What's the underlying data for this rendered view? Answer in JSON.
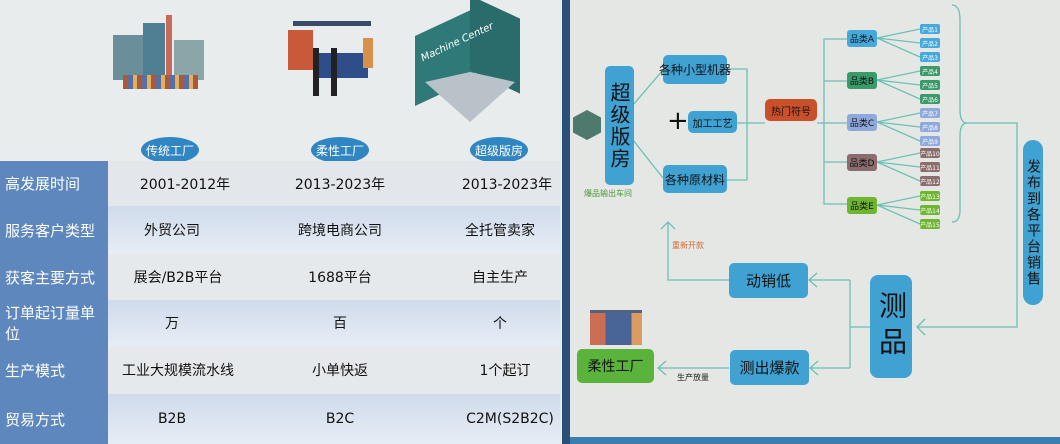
{
  "left": {
    "columns": [
      {
        "label": "传统工厂",
        "image": "traditional-factory-illustration"
      },
      {
        "label": "柔性工厂",
        "image": "flexible-factory-illustration"
      },
      {
        "label": "超级版房",
        "image": "machine-center-illustration",
        "image_text": "Machine Center"
      }
    ],
    "rows": [
      {
        "label": "高发展时间",
        "values": [
          "2001-2012年",
          "2013-2023年",
          "2013-2023年"
        ]
      },
      {
        "label": "服务客户类型",
        "values": [
          "外贸公司",
          "跨境电商公司",
          "全托管卖家"
        ]
      },
      {
        "label": "获客主要方式",
        "values": [
          "展会/B2B平台",
          "1688平台",
          "自主生产"
        ]
      },
      {
        "label": "订单起订量单位",
        "values": [
          "万",
          "百",
          "个"
        ]
      },
      {
        "label": "生产模式",
        "values": [
          "工业大规模流水线",
          "小单快返",
          "1个起订"
        ]
      },
      {
        "label": "贸易方式",
        "values": [
          "B2B",
          "B2C",
          "C2M(S2B2C)"
        ]
      }
    ]
  },
  "right": {
    "super_room": "超级版房",
    "super_room_caption": "爆品输出车间",
    "machines": "各种小型机器",
    "plus": "+",
    "process": "加工工艺",
    "materials": "各种原材料",
    "hot": "热门符号",
    "categories": [
      {
        "label": "品类A",
        "color": "#45a9dc",
        "products": [
          "产品1",
          "产品2",
          "产品3"
        ]
      },
      {
        "label": "品类B",
        "color": "#3a9a6a",
        "products": [
          "产品4",
          "产品5",
          "产品6"
        ]
      },
      {
        "label": "品类C",
        "color": "#8eaadc",
        "products": [
          "产品7",
          "产品8",
          "产品9"
        ]
      },
      {
        "label": "品类D",
        "color": "#8b6d6d",
        "products": [
          "产品10",
          "产品11",
          "产品12"
        ]
      },
      {
        "label": "品类E",
        "color": "#6eb530",
        "products": [
          "产品13",
          "产品14",
          "产品15"
        ]
      }
    ],
    "publish": "发布到各平台销售",
    "test": "测品",
    "low_sales": "动销低",
    "hit": "测出爆款",
    "flex_factory": "柔性工厂",
    "redesign": "重新开款",
    "scale_up": "生产放量",
    "colors": {
      "box": "#3fa2d2",
      "hot": "#c9502a",
      "green": "#5ab43c",
      "line": "#6cc0b4"
    }
  }
}
